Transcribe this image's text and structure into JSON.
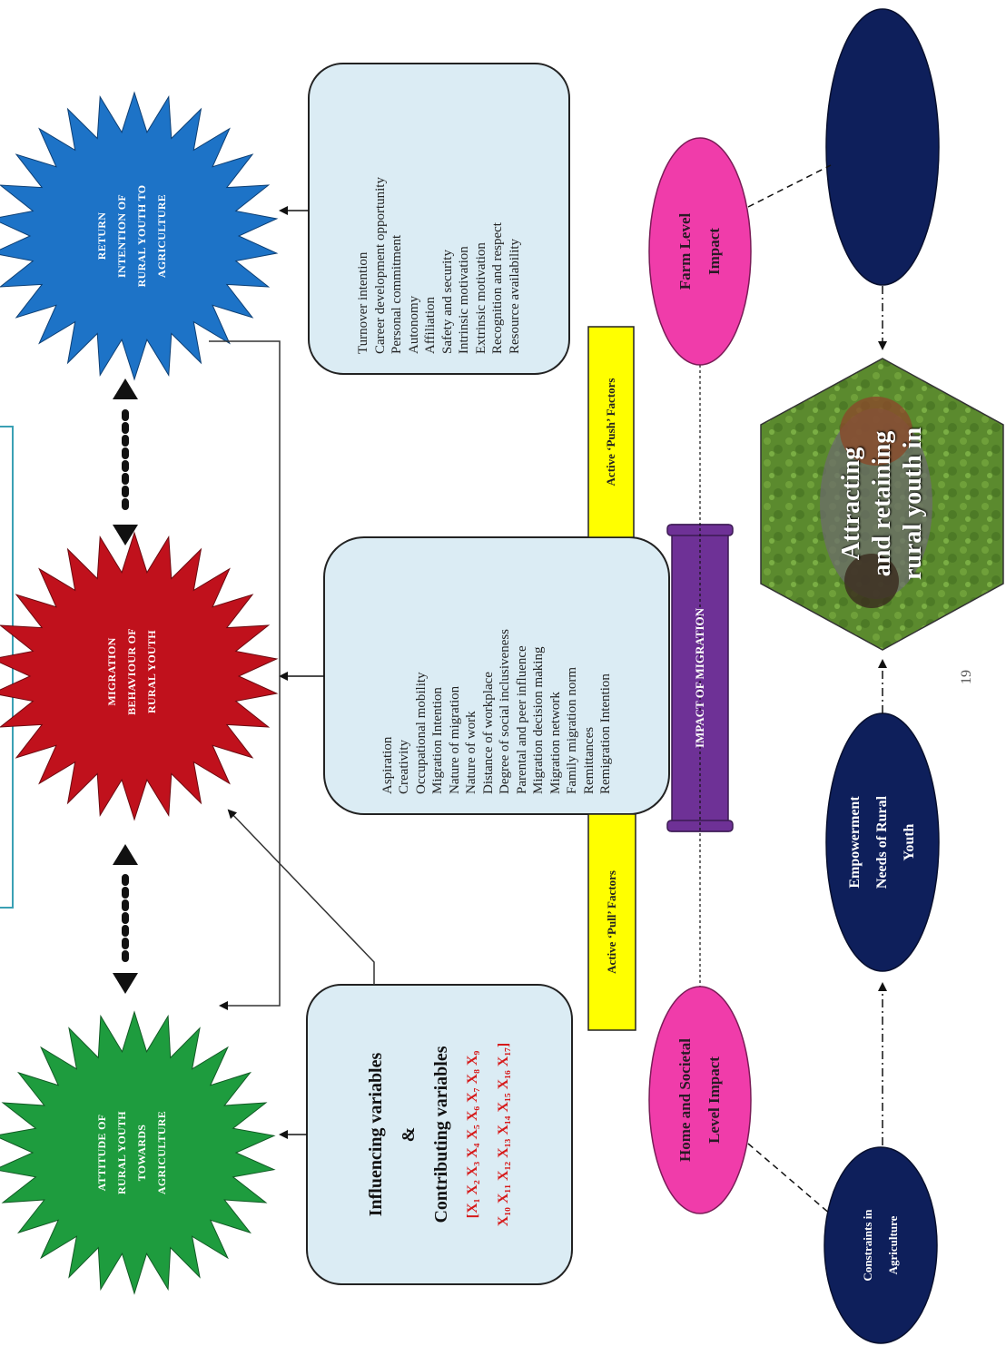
{
  "colors": {
    "green_star": "#1e9c3e",
    "red_star": "#c0111c",
    "blue_star": "#1d73c7",
    "box_fill": "#dbecf4",
    "pink": "#f03caa",
    "navy": "#0e1f5b",
    "purple": "#6e3196",
    "yellow": "#ffff00",
    "variables_red": "#d61a1a"
  },
  "stars": {
    "attitude": [
      "ATTITUDE OF",
      "RURAL YOUTH",
      "TOWARDS",
      "AGRICULTURE"
    ],
    "migration": [
      "MIGRATION",
      "BEHAVIOUR OF",
      "RURAL YOUTH"
    ],
    "return": [
      "RETURN",
      "INTENTION OF",
      "RURAL YOUTH TO",
      "AGRICULTURE"
    ]
  },
  "variables_box": {
    "line1": "Influencing variables",
    "line2": "&",
    "line3": "Contributing variables",
    "list1": "[X₁ X₂ X₃ X₄ X₅ X₆ X₇ X₈ X₉",
    "list2": "X₁₀ X₁₁ X₁₂ X₁₃ X₁₄ X₁₅ X₁₆ X₁₇]"
  },
  "migration_list": [
    "Aspiration",
    "Creativity",
    "Occupational mobility",
    "Migration Intention",
    "Nature of migration",
    "Nature of work",
    "Distance of workplace",
    "Degree of social inclusiveness",
    "Parental and peer influence",
    "Migration decision making",
    "Migration network",
    "Family migration norm",
    "Remittances",
    "Remigration Intention"
  ],
  "return_list": [
    "Turnover intention",
    "Career development opportunity",
    "Personal commitment",
    "Autonomy",
    "Affiliation",
    "Safety and security",
    "Intrinsic motivation",
    "Extrinsic motivation",
    "Recognition and respect",
    "Resource availability"
  ],
  "labels": {
    "pull_factors": "Active ‘Pull’ Factors",
    "push_factors": "Active ‘Push’ Factors",
    "impact_of_migration": "IMPACT OF MIGRATION",
    "page_number": "19"
  },
  "pink_ovals": {
    "home": [
      "Home and Societal",
      "Level Impact"
    ],
    "farm": [
      "Farm Level",
      "Impact"
    ]
  },
  "navy_ovals": {
    "constraints": [
      "Constraints in",
      "Agriculture"
    ],
    "empowerment": [
      "Empowerment",
      "Needs of Rural",
      "Youth"
    ]
  },
  "hexagon": [
    "Attracting",
    "and retaining",
    "rural youth in"
  ]
}
